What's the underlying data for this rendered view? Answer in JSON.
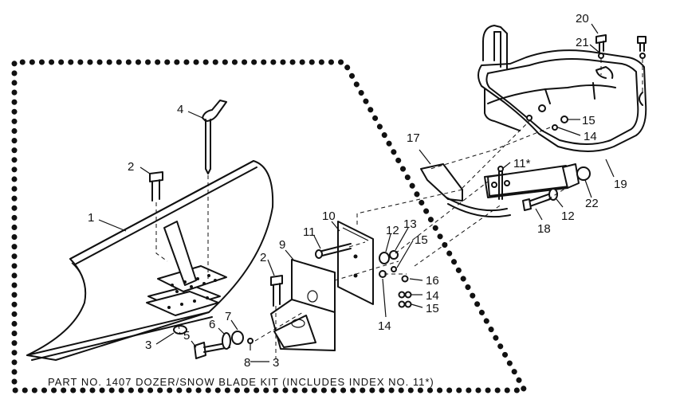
{
  "caption": "PART NO. 1407 DOZER/SNOW BLADE KIT (INCLUDES INDEX NO. 11*)",
  "callouts": {
    "c1": "1",
    "c2a": "2",
    "c2b": "2",
    "c3a": "3",
    "c3b": "3",
    "c4": "4",
    "c5": "5",
    "c6": "6",
    "c7": "7",
    "c8": "8",
    "c9": "9",
    "c10": "10",
    "c11a": "11",
    "c11b": "11*",
    "c12a": "12",
    "c12b": "12",
    "c13": "13",
    "c14a": "14",
    "c14b": "14",
    "c14c": "14",
    "c15a": "15",
    "c15b": "15",
    "c15c": "15",
    "c16": "16",
    "c17": "17",
    "c18": "18",
    "c19": "19",
    "c20": "20",
    "c21": "21",
    "c22": "22"
  }
}
